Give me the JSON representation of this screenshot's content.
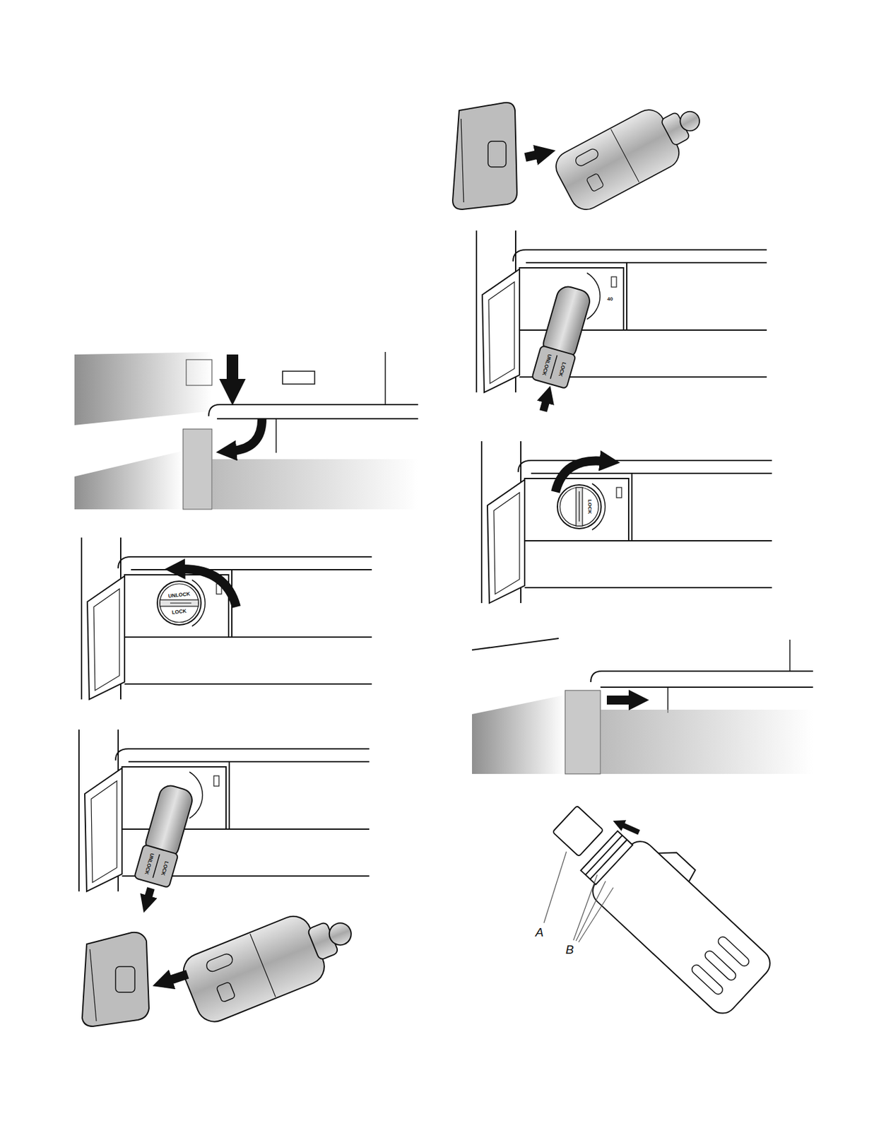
{
  "diagram": {
    "labels": [
      "UNLOCK",
      "LOCK",
      "UNLOCK",
      "LOCK",
      "UNLOCK",
      "LOCK",
      "40",
      "LOCK",
      "A",
      "B"
    ]
  }
}
